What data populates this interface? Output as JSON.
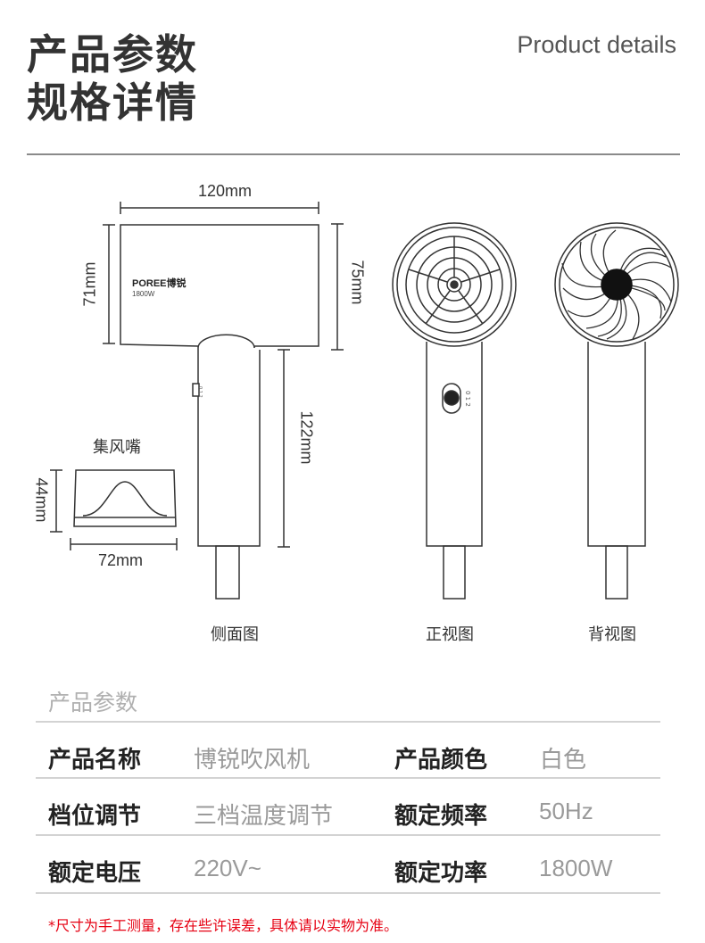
{
  "header": {
    "title_line1": "产品参数",
    "title_line2": "规格详情",
    "subtitle_en": "Product details"
  },
  "diagram": {
    "dim_top_width": "120mm",
    "dim_left_height": "71mm",
    "dim_right_height": "75mm",
    "dim_handle_height": "122mm",
    "dim_nozzle_height": "44mm",
    "dim_nozzle_width": "72mm",
    "brand_label": "POREE博锐",
    "power_label": "1800W",
    "nozzle_caption": "集风嘴",
    "switch_marks": "0 1 2",
    "caption_side": "侧面图",
    "caption_front": "正视图",
    "caption_back": "背视图"
  },
  "specs": {
    "section_title": "产品参数",
    "rows": [
      {
        "k1": "产品名称",
        "v1": "博锐吹风机",
        "k2": "产品颜色",
        "v2": "白色"
      },
      {
        "k1": "档位调节",
        "v1": "三档温度调节",
        "k2": "额定频率",
        "v2": "50Hz"
      },
      {
        "k1": "额定电压",
        "v1": "220V~",
        "k2": "额定功率",
        "v2": "1800W"
      }
    ],
    "footnote": "*尺寸为手工测量，存在些许误差，具体请以实物为准。"
  }
}
